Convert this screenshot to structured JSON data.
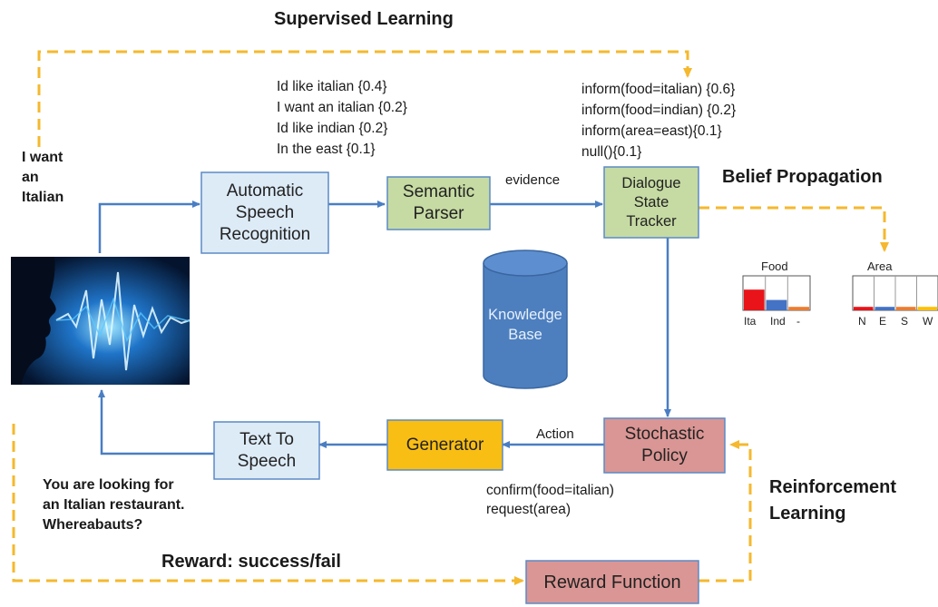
{
  "colors": {
    "loop_arrow": "#F5B82E",
    "flow_arrow": "#4A7EC2",
    "asr_fill": "#DDEBF7",
    "parser_fill": "#C6DBA3",
    "generator_fill": "#F9BE14",
    "policy_fill": "#DA9694",
    "kb_fill": "#4D7FBF",
    "bar_red": "#E8141A",
    "bar_blue": "#4472C4",
    "bar_orange": "#ED7D31",
    "bar_yellow": "#FFC000"
  },
  "labels": {
    "supervised": "Supervised Learning",
    "belief": "Belief Propagation",
    "reinforcement_1": "Reinforcement",
    "reinforcement_2": "Learning",
    "reward": "Reward: success/fail",
    "user_utterance": [
      "I want",
      "an",
      "Italian"
    ],
    "system_utterance": [
      "You are looking for",
      "an Italian restaurant.",
      "Whereabauts?"
    ],
    "evidence": "evidence",
    "action": "Action"
  },
  "asr_hypotheses": [
    "Id like italian {0.4}",
    "I want an italian {0.2}",
    "Id like indian {0.2}",
    "In the east {0.1}"
  ],
  "slu_hypotheses": [
    "inform(food=italian) {0.6}",
    "inform(food=indian) {0.2}",
    "inform(area=east){0.1}",
    "null(){0.1}"
  ],
  "policy_output": [
    "confirm(food=italian)",
    "request(area)"
  ],
  "boxes": {
    "asr": "Automatic\nSpeech\nRecognition",
    "parser": "Semantic\nParser",
    "tracker": "Dialogue\nState\nTracker",
    "generator": "Generator",
    "policy": "Stochastic\nPolicy",
    "tts": "Text To\nSpeech",
    "reward_fn": "Reward Function",
    "kb": "Knowledge\nBase"
  },
  "belief_charts": [
    {
      "title": "Food",
      "categories": [
        "Ita",
        "Ind",
        "-"
      ],
      "values": [
        0.6,
        0.3,
        0.1
      ],
      "colors": [
        "#E8141A",
        "#4472C4",
        "#ED7D31"
      ]
    },
    {
      "title": "Area",
      "categories": [
        "N",
        "E",
        "S",
        "W"
      ],
      "values": [
        0.1,
        0.1,
        0.1,
        0.1
      ],
      "colors": [
        "#E8141A",
        "#4472C4",
        "#ED7D31",
        "#FFC000"
      ]
    }
  ]
}
